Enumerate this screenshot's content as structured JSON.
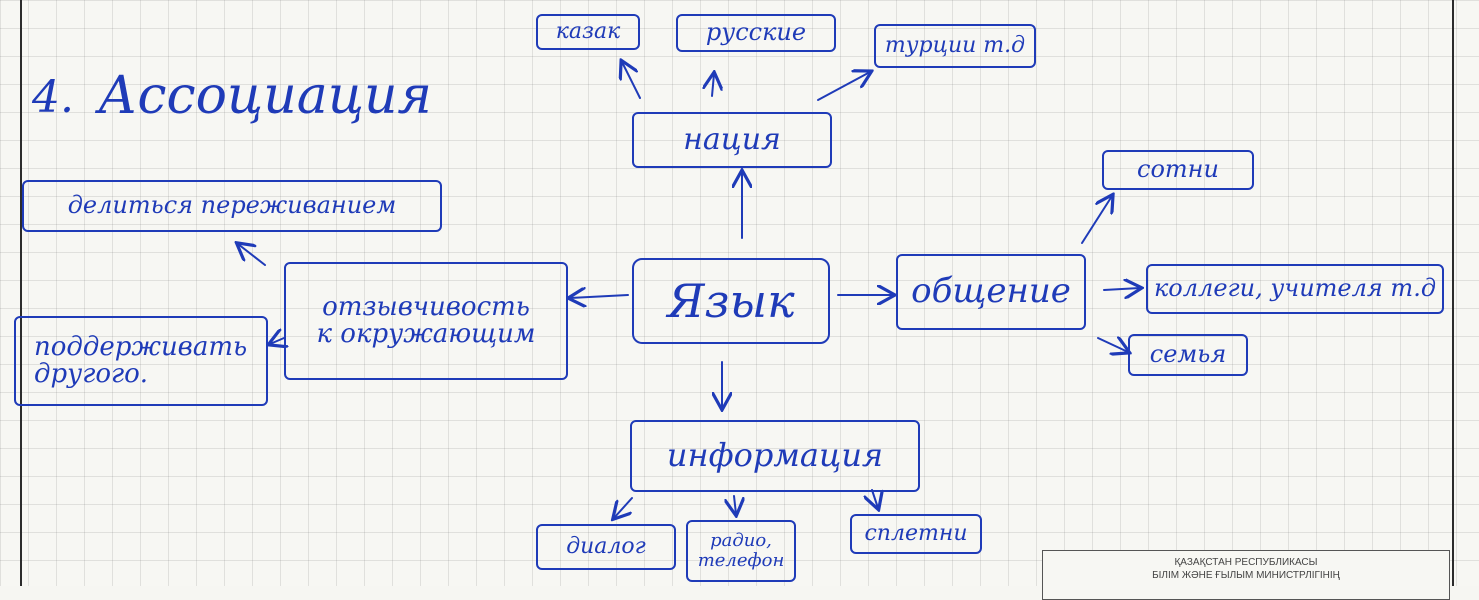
{
  "heading": {
    "number": "4.",
    "title": "Ассоциация"
  },
  "center": "Язык",
  "top_branch": {
    "node": "нация",
    "children": [
      "казак",
      "русские",
      "турции т.д"
    ]
  },
  "right_branch": {
    "node": "общение",
    "children": [
      "сотни",
      "коллеги, учителя т.д",
      "семья"
    ]
  },
  "left_branch": {
    "node_line1": "отзывчивость",
    "node_line2": "к окружающим",
    "child_up": "делиться переживанием",
    "child_left_line1": "поддерживать",
    "child_left_line2": "другого."
  },
  "bottom_branch": {
    "node": "информация",
    "children": [
      "диалог",
      "радио, телефон",
      "сплетни"
    ]
  },
  "stamp": {
    "line1": "ҚАЗАҚСТАН РЕСПУБЛИКАСЫ",
    "line2": "БІЛІМ ЖӘНЕ ҒЫЛЫМ МИНИСТРЛІГІНІҢ"
  },
  "colors": {
    "ink": "#1f3bb8",
    "grid": "#bdbdbd",
    "paper": "#f7f7f3"
  }
}
